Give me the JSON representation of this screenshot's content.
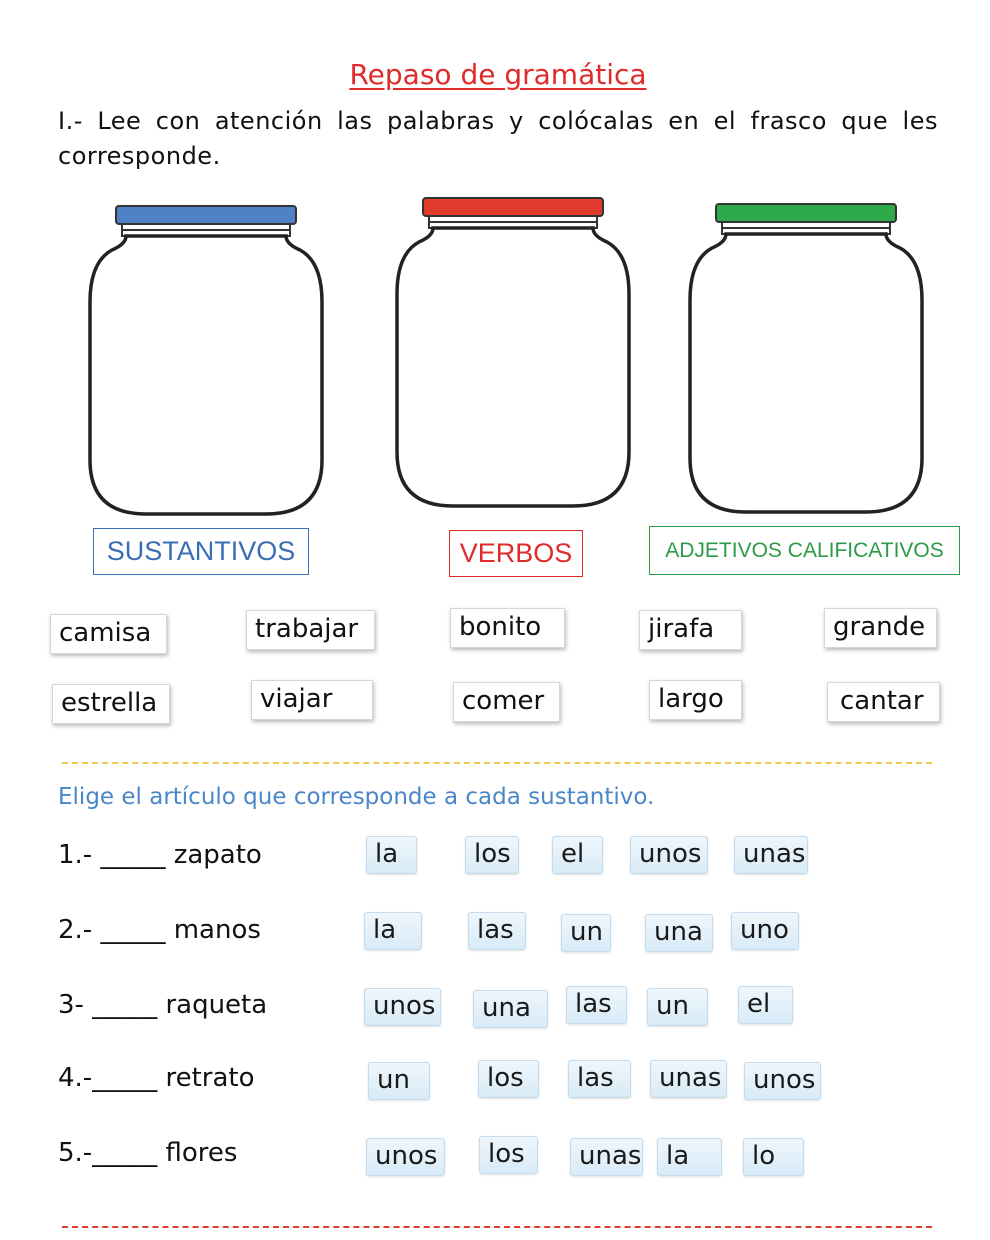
{
  "title": "Repaso de gramática",
  "instructions": "I.- Lee con atención las palabras y colócalas en el frasco que les corresponde.",
  "jars": [
    {
      "lid_color": "#4f81c7",
      "category": "SUSTANTIVOS",
      "category_color": "#3a6fb5"
    },
    {
      "lid_color": "#e03a2c",
      "category": "VERBOS",
      "category_color": "#e02b2b"
    },
    {
      "lid_color": "#2eaa4b",
      "category": "ADJETIVOS CALIFICATIVOS",
      "category_color": "#2c9a46"
    }
  ],
  "words": [
    "camisa",
    "trabajar",
    "bonito",
    "jirafa",
    "grande",
    "estrella",
    "viajar",
    "comer",
    "largo",
    "cantar"
  ],
  "divider_colors": {
    "top": "#f2c94c",
    "bottom": "#e03a2c"
  },
  "section2": {
    "subtitle": "Elige el artículo que corresponde a cada sustantivo.",
    "questions": [
      {
        "prompt": "1.- _____ zapato",
        "options": [
          "la",
          "los",
          "el",
          "unos",
          "unas"
        ]
      },
      {
        "prompt": "2.- _____ manos",
        "options": [
          "la",
          "las",
          "un",
          "una",
          "uno"
        ]
      },
      {
        "prompt": "3- _____ raqueta",
        "options": [
          "unos",
          "una",
          "las",
          "un",
          "el"
        ]
      },
      {
        "prompt": "4.-_____ retrato",
        "options": [
          "un",
          "los",
          "las",
          "unas",
          "unos"
        ]
      },
      {
        "prompt": "5.-_____ flores",
        "options": [
          "unos",
          "los",
          "unas",
          "la",
          "lo"
        ]
      }
    ]
  }
}
